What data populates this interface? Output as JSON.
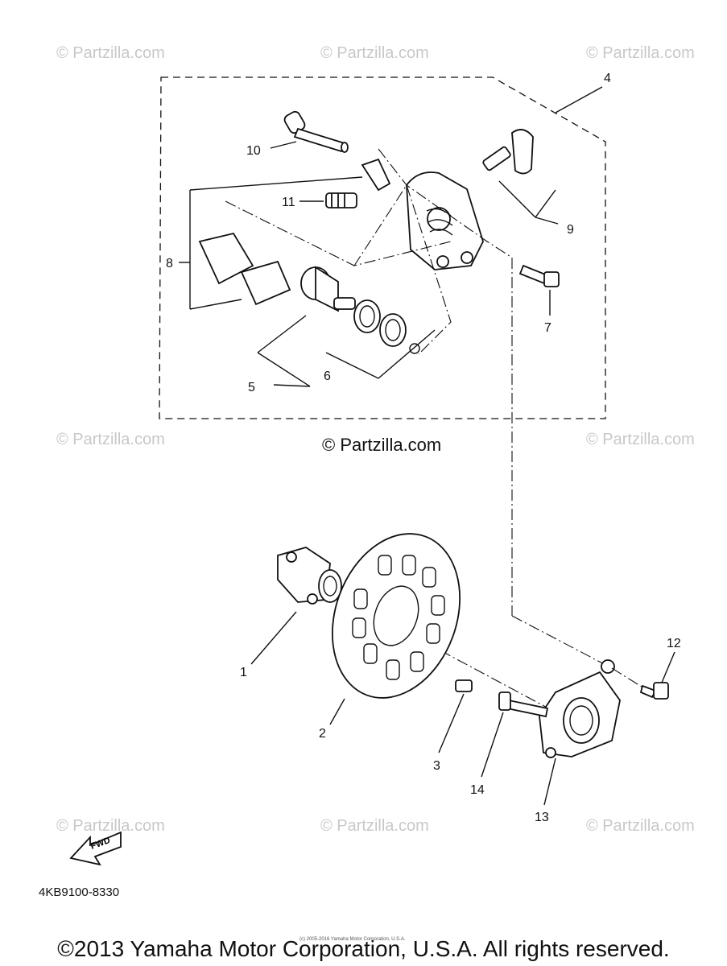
{
  "watermark": "© Partzilla.com",
  "parts": {
    "p1": "1",
    "p2": "2",
    "p3": "3",
    "p4": "4",
    "p5": "5",
    "p6": "6",
    "p7": "7",
    "p8": "8",
    "p9": "9",
    "p10": "10",
    "p11": "11",
    "p12": "12",
    "p13": "13",
    "p14": "14"
  },
  "fwd_label": "FWD",
  "diagram_code": "4KB9100-8330",
  "tiny_notice": "(c) 2005-2016 Yamaha Motor Corporation, U.S.A.",
  "copyright": "©2013 Yamaha Motor Corporation, U.S.A. All rights reserved."
}
